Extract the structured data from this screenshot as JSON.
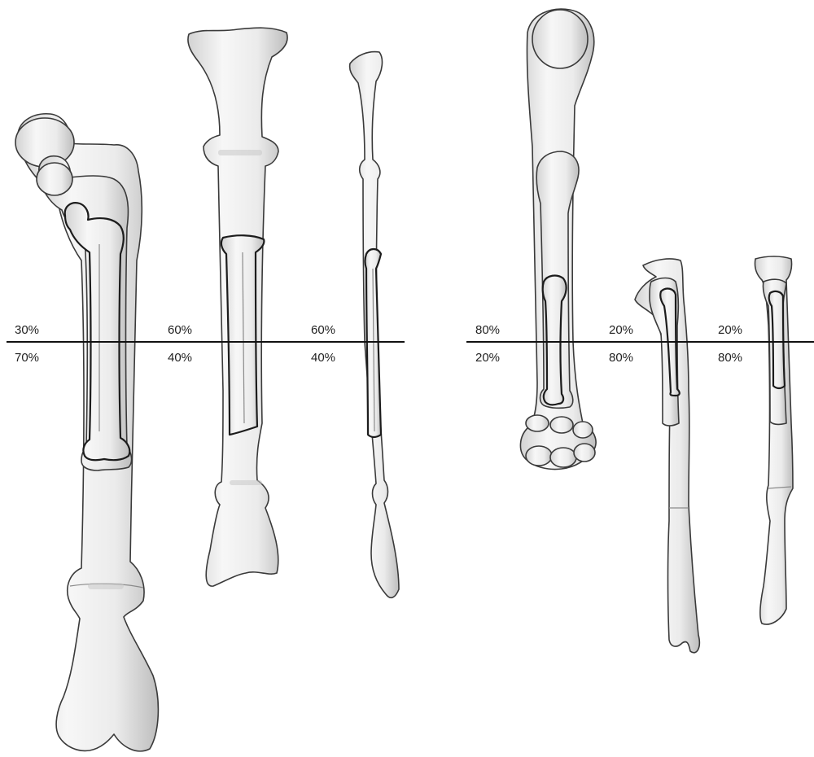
{
  "colors": {
    "bone_fill": "#ececec",
    "bone_outline": "#3a3a3a",
    "divider_line": "#111111",
    "label_text": "#222222"
  },
  "hindlimb": {
    "specimens": [
      {
        "upper_label": "30%",
        "lower_label": "70%"
      },
      {
        "upper_label": "60%",
        "lower_label": "40%"
      },
      {
        "upper_label": "60%",
        "lower_label": "40%"
      }
    ]
  },
  "forelimb": {
    "specimens": [
      {
        "upper_label": "80%",
        "lower_label": "20%"
      },
      {
        "upper_label": "20%",
        "lower_label": "80%"
      },
      {
        "upper_label": "20%",
        "lower_label": "80%"
      }
    ]
  }
}
